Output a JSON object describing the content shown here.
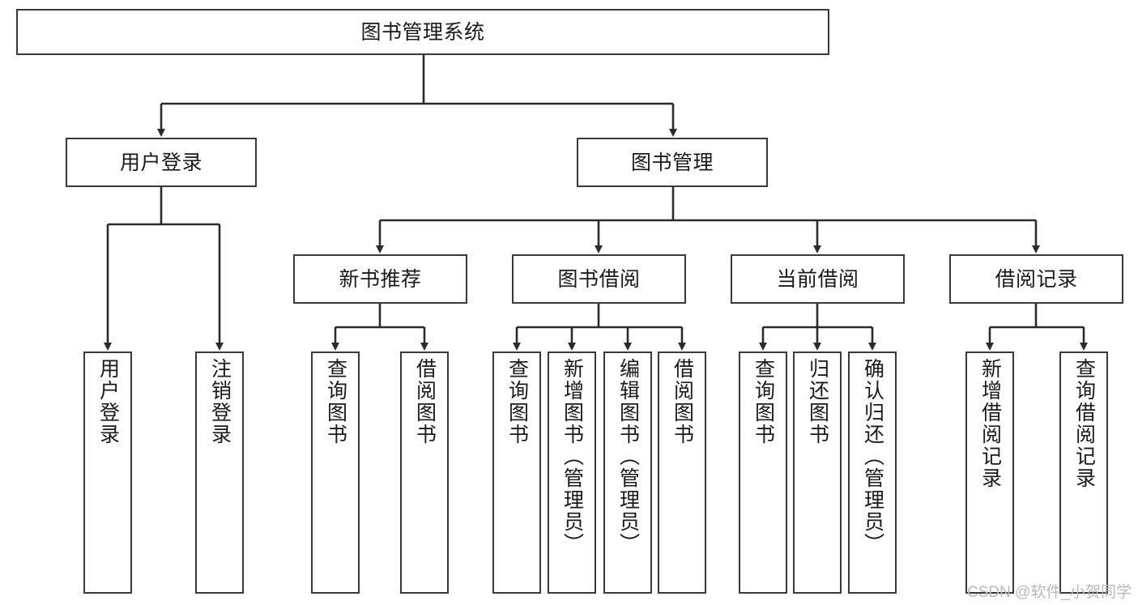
{
  "diagram": {
    "type": "tree",
    "title": "图书管理系统",
    "style": {
      "box_fill": "#ffffff",
      "box_stroke": "#3a3a3a",
      "line_color": "#2b2b2b",
      "text_color": "#1a1a1a",
      "background": "#ffffff"
    },
    "root": {
      "label": "图书管理系统"
    },
    "level2": [
      {
        "id": "user-login",
        "label": "用户登录"
      },
      {
        "id": "book-management",
        "label": "图书管理"
      }
    ],
    "level3": [
      {
        "id": "new-book-recommend",
        "label": "新书推荐",
        "parent": "book-management"
      },
      {
        "id": "book-borrow",
        "label": "图书借阅",
        "parent": "book-management"
      },
      {
        "id": "current-borrow",
        "label": "当前借阅",
        "parent": "book-management"
      },
      {
        "id": "borrow-record",
        "label": "借阅记录",
        "parent": "book-management"
      }
    ],
    "leaves": [
      {
        "id": "leaf-user-login",
        "label": "用户登录",
        "parent": "user-login"
      },
      {
        "id": "leaf-user-logout",
        "label": "注销登录",
        "parent": "user-login"
      },
      {
        "id": "leaf-query-book-1",
        "label": "查询图书",
        "parent": "new-book-recommend"
      },
      {
        "id": "leaf-borrow-book-1",
        "label": "借阅图书",
        "parent": "new-book-recommend"
      },
      {
        "id": "leaf-query-book-2",
        "label": "查询图书",
        "parent": "book-borrow"
      },
      {
        "id": "leaf-add-book",
        "label": "新增图书（管理员）",
        "parent": "book-borrow"
      },
      {
        "id": "leaf-edit-book",
        "label": "编辑图书（管理员）",
        "parent": "book-borrow"
      },
      {
        "id": "leaf-borrow-book-2",
        "label": "借阅图书",
        "parent": "book-borrow"
      },
      {
        "id": "leaf-query-book-3",
        "label": "查询图书",
        "parent": "current-borrow"
      },
      {
        "id": "leaf-return-book",
        "label": "归还图书",
        "parent": "current-borrow"
      },
      {
        "id": "leaf-confirm-return",
        "label": "确认归还（管理员）",
        "parent": "current-borrow"
      },
      {
        "id": "leaf-add-record",
        "label": "新增借阅记录",
        "parent": "borrow-record"
      },
      {
        "id": "leaf-query-record",
        "label": "查询借阅记录",
        "parent": "borrow-record"
      }
    ]
  },
  "watermark": {
    "text": "CSDN @软件_小贺同学"
  }
}
